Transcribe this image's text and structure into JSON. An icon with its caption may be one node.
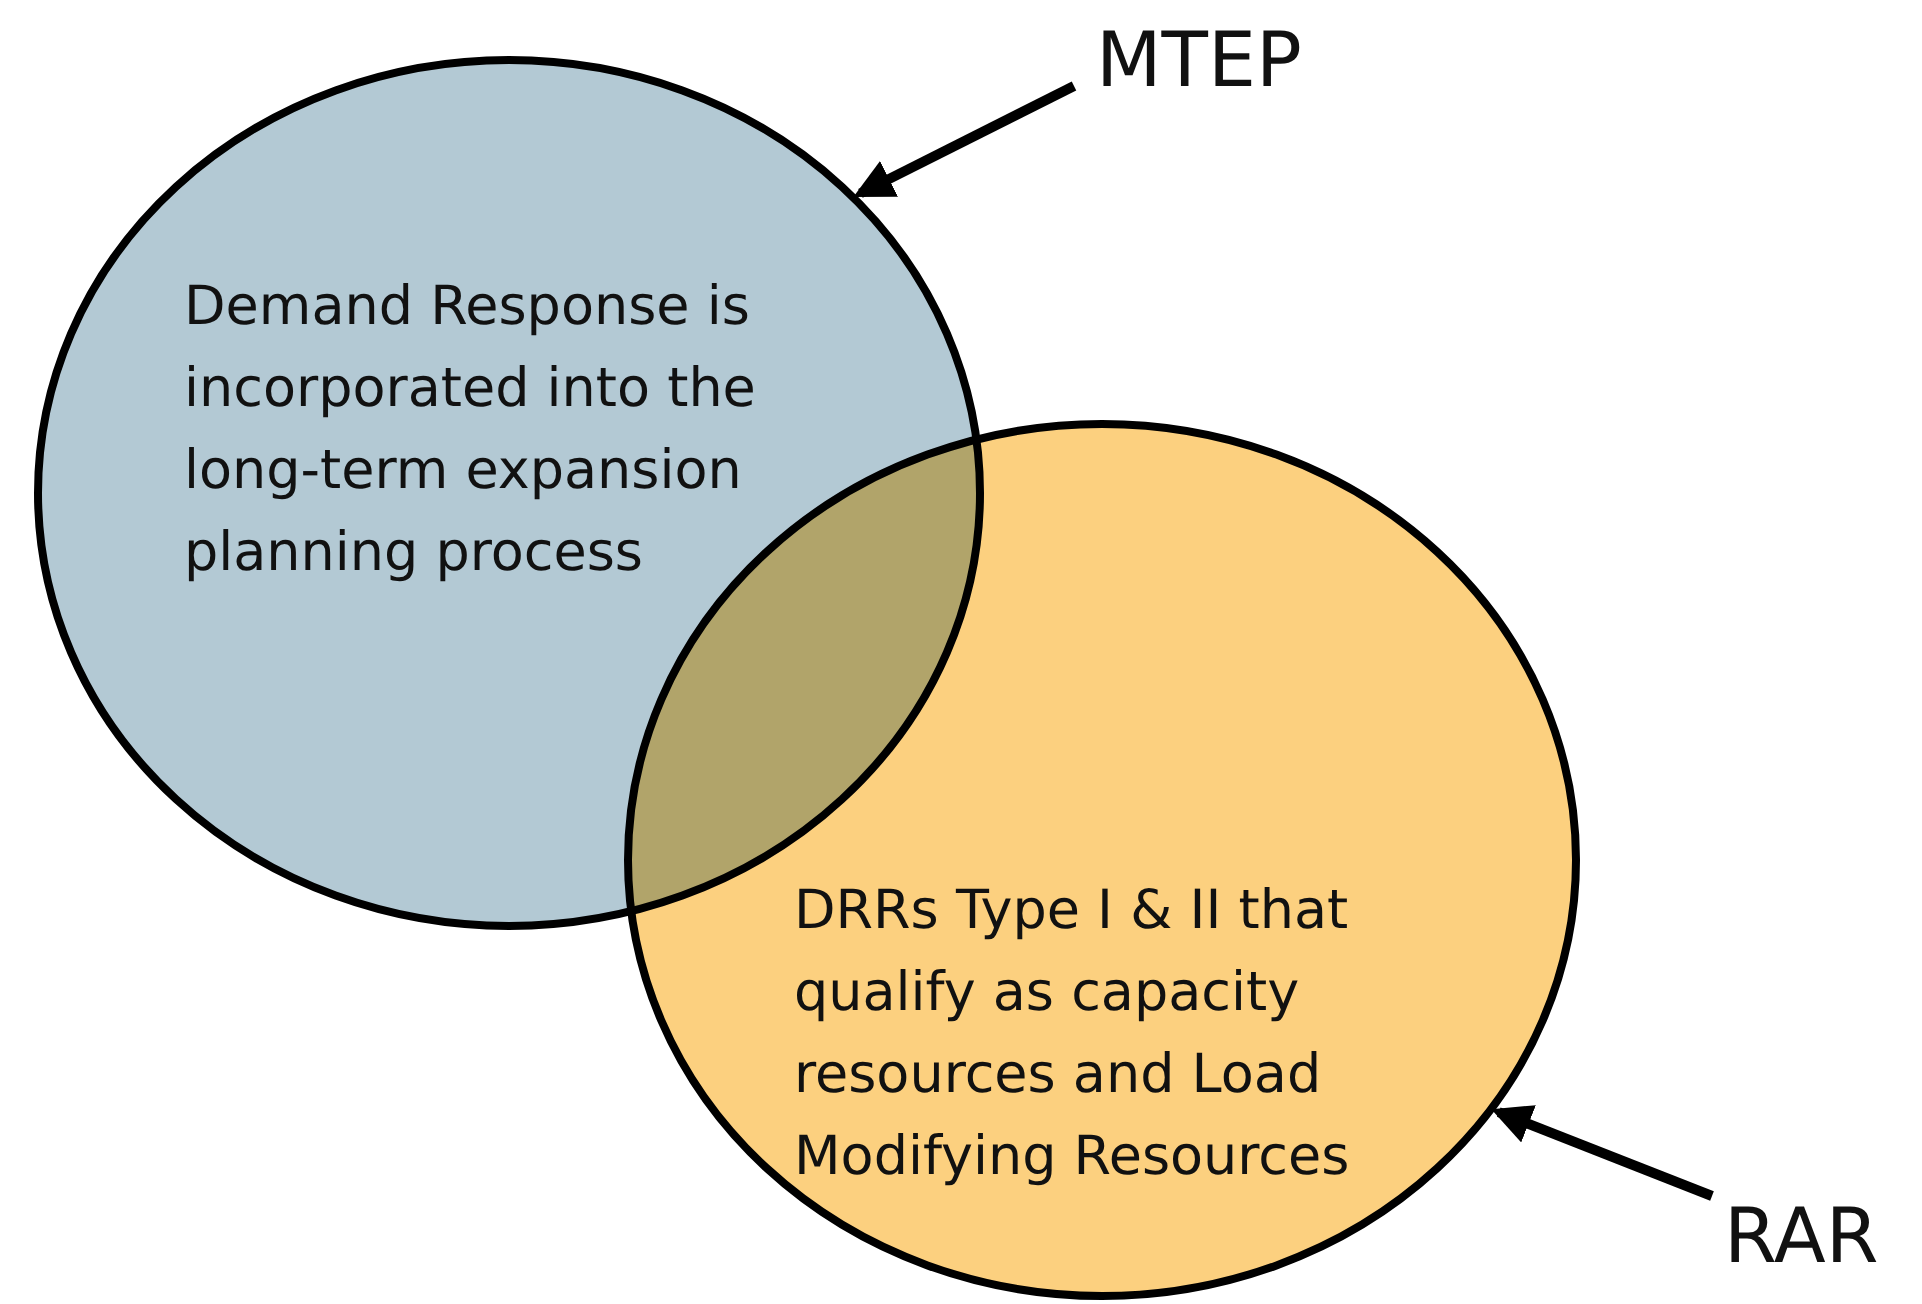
{
  "diagram": {
    "nodes": [
      {
        "text": [
          "Demand Response is incorporated into the long-term expansion planning process"
        ]
      },
      {
        "text": [
          "DRRs Type I & II that qualify as capacity resources and Load Modifying Resources"
        ]
      },
      {
        "text": [
          "MTEP"
        ]
      },
      {
        "text": [
          "RAR"
        ]
      }
    ],
    "edges": [
      {
        "from": 2,
        "to": 0,
        "arrow": "to"
      },
      {
        "from": 3,
        "to": 1,
        "arrow": "to"
      }
    ]
  }
}
